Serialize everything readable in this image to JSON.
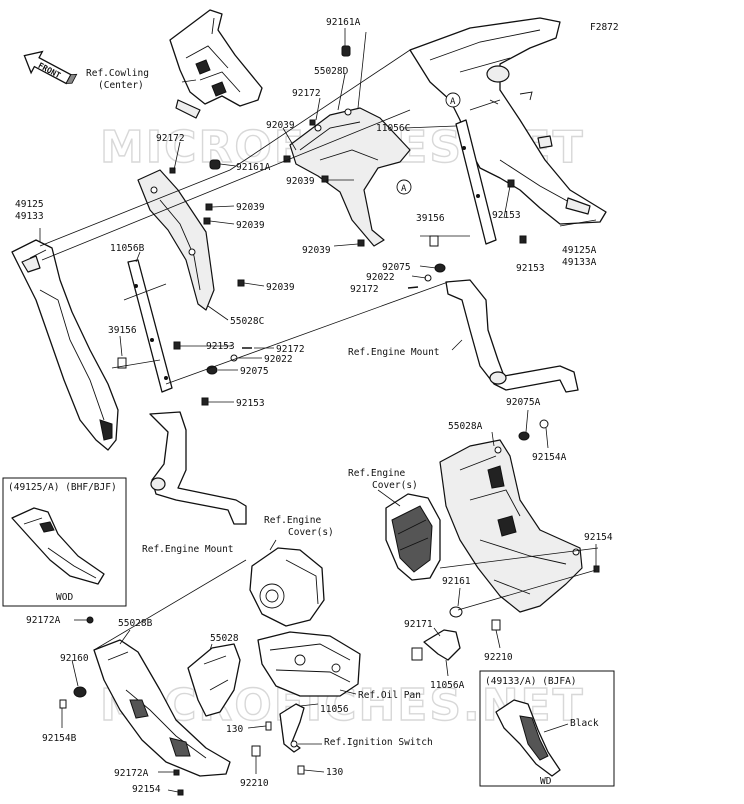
{
  "diagram_id": "F2872",
  "watermarks": [
    "MICROFICHES.NET",
    "MICROFICHES.NET"
  ],
  "front_arrow": "FRONT",
  "callout_letter": "A",
  "part_labels": {
    "p92161A": "92161A",
    "p55028D": "55028D",
    "p92172_top": "92172",
    "p92039_a": "92039",
    "p11056C": "11056C",
    "p92039_b": "92039",
    "p92039_c": "92039",
    "p39156_r": "39156",
    "p92153_r1": "92153",
    "p92153_r2": "92153",
    "p49125A": "49125A",
    "p49133A": "49133A",
    "p92075_r": "92075",
    "p92022_r": "92022",
    "p92172_r": "92172",
    "p92172_l": "92172",
    "p92161A_l": "92161A",
    "p49125": "49125",
    "p49133": "49133",
    "p92039_l1": "92039",
    "p92039_l2": "92039",
    "p11056B": "11056B",
    "p92039_l3": "92039",
    "p55028C": "55028C",
    "p39156_l": "39156",
    "p92153_l1": "92153",
    "p92172_l2": "92172",
    "p92022_l": "92022",
    "p92075_l": "92075",
    "p92153_l2": "92153",
    "p92075A": "92075A",
    "p55028A": "55028A",
    "p92154A": "92154A",
    "p92154": "92154",
    "p92161": "92161",
    "p92171": "92171",
    "p92210_r": "92210",
    "p11056A": "11056A",
    "p92172A_t": "92172A",
    "p55028B": "55028B",
    "p55028": "55028",
    "p92160": "92160",
    "p92154B": "92154B",
    "p11056": "11056",
    "p130_a": "130",
    "p130_b": "130",
    "p92172A_b": "92172A",
    "p92154_b": "92154",
    "p92210_b": "92210"
  },
  "refs": {
    "cowling_center": [
      "Ref.Cowling",
      "(Center)"
    ],
    "engine_mount_r": "Ref.Engine Mount",
    "engine_mount_l": "Ref.Engine Mount",
    "engine_cover_r": [
      "Ref.Engine",
      "Cover(s)"
    ],
    "engine_cover_l": [
      "Ref.Engine",
      "Cover(s)"
    ],
    "oil_pan": "Ref.Oil Pan",
    "ignition_switch": "Ref.Ignition Switch"
  },
  "inset_left": {
    "title": "(49125/A) (BHF/BJF)",
    "caption": "WOD"
  },
  "inset_right": {
    "title": "(49133/A)  (BJFA)",
    "caption": "WD",
    "label": "Black"
  }
}
